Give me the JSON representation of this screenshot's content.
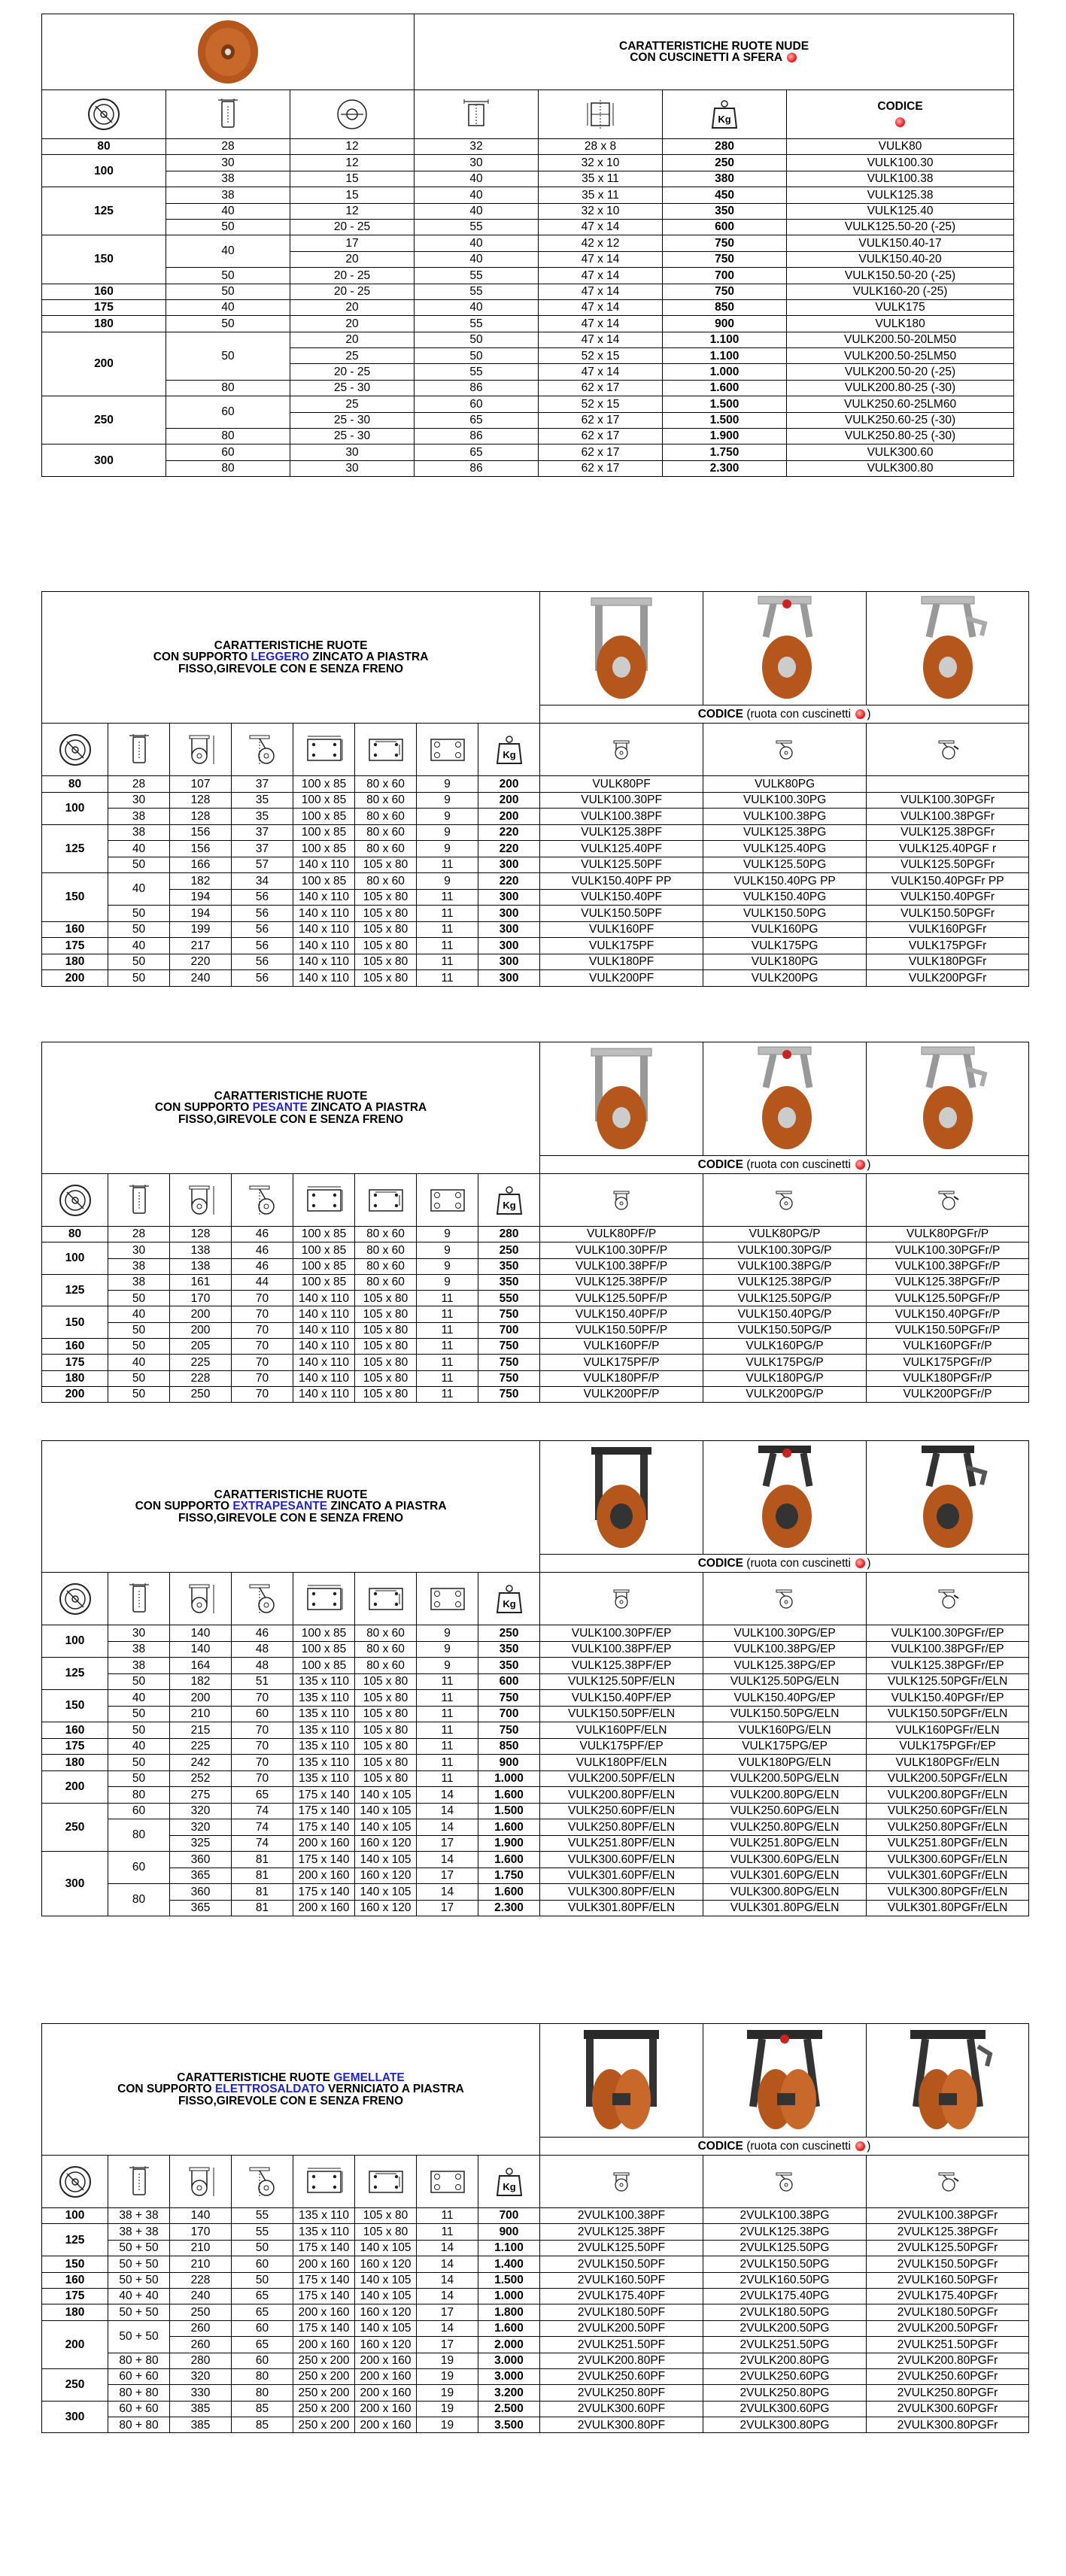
{
  "colors": {
    "blue_text": "#1f23c8",
    "wheel_orange": "#b5561c",
    "bearing_red": "#e22222"
  },
  "kg_label": "Kg",
  "t1": {
    "title_l1": "CARATTERISTICHE RUOTE NUDE",
    "title_l2": "CON CUSCINETTI A SFERA",
    "code_label": "CODICE",
    "rows": [
      [
        "80",
        "28",
        "12",
        "32",
        "28 x 8",
        "280",
        "VULK80"
      ],
      [
        "100",
        "30",
        "12",
        "30",
        "32 x 10",
        "250",
        "VULK100.30"
      ],
      [
        "",
        "38",
        "15",
        "40",
        "35 x 11",
        "380",
        "VULK100.38"
      ],
      [
        "125",
        "38",
        "15",
        "40",
        "35 x 11",
        "450",
        "VULK125.38"
      ],
      [
        "",
        "40",
        "12",
        "40",
        "32 x 10",
        "350",
        "VULK125.40"
      ],
      [
        "",
        "50",
        "20 - 25",
        "55",
        "47 x 14",
        "600",
        "VULK125.50-20 (-25)"
      ],
      [
        "150",
        "40",
        "17",
        "40",
        "42 x 12",
        "750",
        "VULK150.40-17"
      ],
      [
        "",
        "",
        "20",
        "40",
        "47 x 14",
        "750",
        "VULK150.40-20"
      ],
      [
        "",
        "50",
        "20 - 25",
        "55",
        "47 x 14",
        "700",
        "VULK150.50-20 (-25)"
      ],
      [
        "160",
        "50",
        "20 - 25",
        "55",
        "47 x 14",
        "750",
        "VULK160-20 (-25)"
      ],
      [
        "175",
        "40",
        "20",
        "40",
        "47 x 14",
        "850",
        "VULK175"
      ],
      [
        "180",
        "50",
        "20",
        "55",
        "47 x 14",
        "900",
        "VULK180"
      ],
      [
        "200",
        "50",
        "20",
        "50",
        "47 x 14",
        "1.100",
        "VULK200.50-20LM50"
      ],
      [
        "",
        "",
        "25",
        "50",
        "52 x 15",
        "1.100",
        "VULK200.50-25LM50"
      ],
      [
        "",
        "",
        "20 - 25",
        "55",
        "47 x 14",
        "1.000",
        "VULK200.50-20 (-25)"
      ],
      [
        "",
        "80",
        "25 - 30",
        "86",
        "62 x 17",
        "1.600",
        "VULK200.80-25 (-30)"
      ],
      [
        "250",
        "60",
        "25",
        "60",
        "52 x 15",
        "1.500",
        "VULK250.60-25LM60"
      ],
      [
        "",
        "",
        "25 - 30",
        "65",
        "62 x 17",
        "1.500",
        "VULK250.60-25 (-30)"
      ],
      [
        "",
        "80",
        "25 - 30",
        "86",
        "62 x 17",
        "1.900",
        "VULK250.80-25 (-30)"
      ],
      [
        "300",
        "60",
        "30",
        "65",
        "62 x 17",
        "1.750",
        "VULK300.60"
      ],
      [
        "",
        "80",
        "30",
        "86",
        "62 x 17",
        "2.300",
        "VULK300.80"
      ]
    ]
  },
  "t2": {
    "title_l1": "CARATTERISTICHE RUOTE",
    "title_l2a": "CON SUPPORTO",
    "title_blue": "LEGGERO",
    "title_l2b": "ZINCATO A PIASTRA",
    "title_l3": "FISSO,GIREVOLE CON E SENZA FRENO",
    "code_label": "CODICE",
    "code_note": "(ruota con cuscinetti",
    "code_close": ")",
    "rows": [
      [
        "80",
        "28",
        "107",
        "37",
        "100 x 85",
        "80 x 60",
        "9",
        "200",
        "VULK80PF",
        "VULK80PG",
        ""
      ],
      [
        "100",
        "30",
        "128",
        "35",
        "100 x 85",
        "80 x 60",
        "9",
        "200",
        "VULK100.30PF",
        "VULK100.30PG",
        "VULK100.30PGFr"
      ],
      [
        "",
        "38",
        "128",
        "35",
        "100 x 85",
        "80 x 60",
        "9",
        "200",
        "VULK100.38PF",
        "VULK100.38PG",
        "VULK100.38PGFr"
      ],
      [
        "125",
        "38",
        "156",
        "37",
        "100 x 85",
        "80 x 60",
        "9",
        "220",
        "VULK125.38PF",
        "VULK125.38PG",
        "VULK125.38PGFr"
      ],
      [
        "",
        "40",
        "156",
        "37",
        "100 x 85",
        "80 x 60",
        "9",
        "220",
        "VULK125.40PF",
        "VULK125.40PG",
        "VULK125.40PGF r"
      ],
      [
        "",
        "50",
        "166",
        "57",
        "140 x 110",
        "105 x 80",
        "11",
        "300",
        "VULK125.50PF",
        "VULK125.50PG",
        "VULK125.50PGFr"
      ],
      [
        "150",
        "40",
        "182",
        "34",
        "100 x 85",
        "80 x 60",
        "9",
        "220",
        "VULK150.40PF PP",
        "VULK150.40PG PP",
        "VULK150.40PGFr PP"
      ],
      [
        "",
        "",
        "194",
        "56",
        "140 x 110",
        "105 x 80",
        "11",
        "300",
        "VULK150.40PF",
        "VULK150.40PG",
        "VULK150.40PGFr"
      ],
      [
        "",
        "50",
        "194",
        "56",
        "140 x 110",
        "105 x 80",
        "11",
        "300",
        "VULK150.50PF",
        "VULK150.50PG",
        "VULK150.50PGFr"
      ],
      [
        "160",
        "50",
        "199",
        "56",
        "140 x 110",
        "105 x 80",
        "11",
        "300",
        "VULK160PF",
        "VULK160PG",
        "VULK160PGFr"
      ],
      [
        "175",
        "40",
        "217",
        "56",
        "140 x 110",
        "105 x 80",
        "11",
        "300",
        "VULK175PF",
        "VULK175PG",
        "VULK175PGFr"
      ],
      [
        "180",
        "50",
        "220",
        "56",
        "140 x 110",
        "105 x 80",
        "11",
        "300",
        "VULK180PF",
        "VULK180PG",
        "VULK180PGFr"
      ],
      [
        "200",
        "50",
        "240",
        "56",
        "140 x 110",
        "105 x 80",
        "11",
        "300",
        "VULK200PF",
        "VULK200PG",
        "VULK200PGFr"
      ]
    ]
  },
  "t3": {
    "title_l1": "CARATTERISTICHE RUOTE",
    "title_l2a": "CON SUPPORTO",
    "title_blue": "PESANTE",
    "title_l2b": "ZINCATO A PIASTRA",
    "title_l3": "FISSO,GIREVOLE CON E SENZA FRENO",
    "code_label": "CODICE",
    "code_note": "(ruota con cuscinetti",
    "code_close": ")",
    "rows": [
      [
        "80",
        "28",
        "128",
        "46",
        "100 x 85",
        "80 x 60",
        "9",
        "280",
        "VULK80PF/P",
        "VULK80PG/P",
        "VULK80PGFr/P"
      ],
      [
        "100",
        "30",
        "138",
        "46",
        "100 x 85",
        "80 x 60",
        "9",
        "250",
        "VULK100.30PF/P",
        "VULK100.30PG/P",
        "VULK100.30PGFr/P"
      ],
      [
        "",
        "38",
        "138",
        "46",
        "100 x 85",
        "80 x 60",
        "9",
        "350",
        "VULK100.38PF/P",
        "VULK100.38PG/P",
        "VULK100.38PGFr/P"
      ],
      [
        "125",
        "38",
        "161",
        "44",
        "100 x 85",
        "80 x 60",
        "9",
        "350",
        "VULK125.38PF/P",
        "VULK125.38PG/P",
        "VULK125.38PGFr/P"
      ],
      [
        "",
        "50",
        "170",
        "70",
        "140 x 110",
        "105 x 80",
        "11",
        "550",
        "VULK125.50PF/P",
        "VULK125.50PG/P",
        "VULK125.50PGFr/P"
      ],
      [
        "150",
        "40",
        "200",
        "70",
        "140 x 110",
        "105 x 80",
        "11",
        "750",
        "VULK150.40PF/P",
        "VULK150.40PG/P",
        "VULK150.40PGFr/P"
      ],
      [
        "",
        "50",
        "200",
        "70",
        "140 x 110",
        "105 x 80",
        "11",
        "700",
        "VULK150.50PF/P",
        "VULK150.50PG/P",
        "VULK150.50PGFr/P"
      ],
      [
        "160",
        "50",
        "205",
        "70",
        "140 x 110",
        "105 x 80",
        "11",
        "750",
        "VULK160PF/P",
        "VULK160PG/P",
        "VULK160PGFr/P"
      ],
      [
        "175",
        "40",
        "225",
        "70",
        "140 x 110",
        "105 x 80",
        "11",
        "750",
        "VULK175PF/P",
        "VULK175PG/P",
        "VULK175PGFr/P"
      ],
      [
        "180",
        "50",
        "228",
        "70",
        "140 x 110",
        "105 x 80",
        "11",
        "750",
        "VULK180PF/P",
        "VULK180PG/P",
        "VULK180PGFr/P"
      ],
      [
        "200",
        "50",
        "250",
        "70",
        "140 x 110",
        "105 x 80",
        "11",
        "750",
        "VULK200PF/P",
        "VULK200PG/P",
        "VULK200PGFr/P"
      ]
    ]
  },
  "t4": {
    "title_l1": "CARATTERISTICHE RUOTE",
    "title_l2a": "CON SUPPORTO",
    "title_blue": "EXTRAPESANTE",
    "title_l2b": "ZINCATO A PIASTRA",
    "title_l3": "FISSO,GIREVOLE CON E SENZA FRENO",
    "code_label": "CODICE",
    "code_note": "(ruota con cuscinetti",
    "code_close": ")",
    "rows": [
      [
        "100",
        "30",
        "140",
        "46",
        "100 x 85",
        "80 x 60",
        "9",
        "250",
        "VULK100.30PF/EP",
        "VULK100.30PG/EP",
        "VULK100.30PGFr/EP"
      ],
      [
        "",
        "38",
        "140",
        "48",
        "100 x 85",
        "80 x 60",
        "9",
        "350",
        "VULK100.38PF/EP",
        "VULK100.38PG/EP",
        "VULK100.38PGFr/EP"
      ],
      [
        "125",
        "38",
        "164",
        "48",
        "100 x 85",
        "80 x 60",
        "9",
        "350",
        "VULK125.38PF/EP",
        "VULK125.38PG/EP",
        "VULK125.38PGFr/EP"
      ],
      [
        "",
        "50",
        "182",
        "51",
        "135 x 110",
        "105 x 80",
        "11",
        "600",
        "VULK125.50PF/ELN",
        "VULK125.50PG/ELN",
        "VULK125.50PGFr/ELN"
      ],
      [
        "150",
        "40",
        "200",
        "70",
        "135 x 110",
        "105 x 80",
        "11",
        "750",
        "VULK150.40PF/EP",
        "VULK150.40PG/EP",
        "VULK150.40PGFr/EP"
      ],
      [
        "",
        "50",
        "210",
        "60",
        "135 x 110",
        "105 x 80",
        "11",
        "700",
        "VULK150.50PF/ELN",
        "VULK150.50PG/ELN",
        "VULK150.50PGFr/ELN"
      ],
      [
        "160",
        "50",
        "215",
        "70",
        "135 x 110",
        "105 x 80",
        "11",
        "750",
        "VULK160PF/ELN",
        "VULK160PG/ELN",
        "VULK160PGFr/ELN"
      ],
      [
        "175",
        "40",
        "225",
        "70",
        "135 x 110",
        "105 x 80",
        "11",
        "850",
        "VULK175PF/EP",
        "VULK175PG/EP",
        "VULK175PGFr/EP"
      ],
      [
        "180",
        "50",
        "242",
        "70",
        "135 x 110",
        "105 x 80",
        "11",
        "900",
        "VULK180PF/ELN",
        "VULK180PG/ELN",
        "VULK180PGFr/ELN"
      ],
      [
        "200",
        "50",
        "252",
        "70",
        "135 x 110",
        "105 x 80",
        "11",
        "1.000",
        "VULK200.50PF/ELN",
        "VULK200.50PG/ELN",
        "VULK200.50PGFr/ELN"
      ],
      [
        "",
        "80",
        "275",
        "65",
        "175 x 140",
        "140 x 105",
        "14",
        "1.600",
        "VULK200.80PF/ELN",
        "VULK200.80PG/ELN",
        "VULK200.80PGFr/ELN"
      ],
      [
        "250",
        "60",
        "320",
        "74",
        "175 x 140",
        "140 x 105",
        "14",
        "1.500",
        "VULK250.60PF/ELN",
        "VULK250.60PG/ELN",
        "VULK250.60PGFr/ELN"
      ],
      [
        "",
        "80",
        "320",
        "74",
        "175 x 140",
        "140 x 105",
        "14",
        "1.600",
        "VULK250.80PF/ELN",
        "VULK250.80PG/ELN",
        "VULK250.80PGFr/ELN"
      ],
      [
        "",
        "",
        "325",
        "74",
        "200 x 160",
        "160 x 120",
        "17",
        "1.900",
        "VULK251.80PF/ELN",
        "VULK251.80PG/ELN",
        "VULK251.80PGFr/ELN"
      ],
      [
        "300",
        "60",
        "360",
        "81",
        "175 x 140",
        "140 x 105",
        "14",
        "1.600",
        "VULK300.60PF/ELN",
        "VULK300.60PG/ELN",
        "VULK300.60PGFr/ELN"
      ],
      [
        "",
        "",
        "365",
        "81",
        "200 x 160",
        "160 x 120",
        "17",
        "1.750",
        "VULK301.60PF/ELN",
        "VULK301.60PG/ELN",
        "VULK301.60PGFr/ELN"
      ],
      [
        "",
        "80",
        "360",
        "81",
        "175 x 140",
        "140 x 105",
        "14",
        "1.600",
        "VULK300.80PF/ELN",
        "VULK300.80PG/ELN",
        "VULK300.80PGFr/ELN"
      ],
      [
        "",
        "",
        "365",
        "81",
        "200 x 160",
        "160 x 120",
        "17",
        "2.300",
        "VULK301.80PF/ELN",
        "VULK301.80PG/ELN",
        "VULK301.80PGFr/ELN"
      ]
    ]
  },
  "t5": {
    "title_l1a": "CARATTERISTICHE RUOTE",
    "title_blue1": "GEMELLATE",
    "title_l2a": "CON SUPPORTO",
    "title_blue2": "ELETTROSALDATO",
    "title_l2b": "VERNICIATO  A PIASTRA",
    "title_l3": "FISSO,GIREVOLE CON E SENZA FRENO",
    "code_label": "CODICE",
    "code_note": "(ruota con cuscinetti",
    "code_close": ")",
    "rows": [
      [
        "100",
        "38 + 38",
        "140",
        "55",
        "135 x 110",
        "105 x 80",
        "11",
        "700",
        "2VULK100.38PF",
        "2VULK100.38PG",
        "2VULK100.38PGFr"
      ],
      [
        "125",
        "38 + 38",
        "170",
        "55",
        "135 x 110",
        "105 x 80",
        "11",
        "900",
        "2VULK125.38PF",
        "2VULK125.38PG",
        "2VULK125.38PGFr"
      ],
      [
        "",
        "50 + 50",
        "210",
        "50",
        "175 x 140",
        "140 x 105",
        "14",
        "1.100",
        "2VULK125.50PF",
        "2VULK125.50PG",
        "2VULK125.50PGFr"
      ],
      [
        "150",
        "50 + 50",
        "210",
        "60",
        "200 x 160",
        "160 x 120",
        "14",
        "1.400",
        "2VULK150.50PF",
        "2VULK150.50PG",
        "2VULK150.50PGFr"
      ],
      [
        "160",
        "50 + 50",
        "228",
        "50",
        "175 x 140",
        "140 x 105",
        "14",
        "1.500",
        "2VULK160.50PF",
        "2VULK160.50PG",
        "2VULK160.50PGFr"
      ],
      [
        "175",
        "40 + 40",
        "240",
        "65",
        "175 x 140",
        "140 x 105",
        "14",
        "1.000",
        "2VULK175.40PF",
        "2VULK175.40PG",
        "2VULK175.40PGFr"
      ],
      [
        "180",
        "50 + 50",
        "250",
        "65",
        "200 x 160",
        "160 x 120",
        "17",
        "1.800",
        "2VULK180.50PF",
        "2VULK180.50PG",
        "2VULK180.50PGFr"
      ],
      [
        "200",
        "50 + 50",
        "260",
        "60",
        "175 x 140",
        "140 x 105",
        "14",
        "1.600",
        "2VULK200.50PF",
        "2VULK200.50PG",
        "2VULK200.50PGFr"
      ],
      [
        "",
        "",
        "260",
        "65",
        "200 x 160",
        "160 x 120",
        "17",
        "2.000",
        "2VULK251.50PF",
        "2VULK251.50PG",
        "2VULK251.50PGFr"
      ],
      [
        "",
        "80 + 80",
        "280",
        "60",
        "250 x 200",
        "200 x 160",
        "19",
        "3.000",
        "2VULK200.80PF",
        "2VULK200.80PG",
        "2VULK200.80PGFr"
      ],
      [
        "250",
        "60 + 60",
        "320",
        "80",
        "250 x 200",
        "200 x 160",
        "19",
        "3.000",
        "2VULK250.60PF",
        "2VULK250.60PG",
        "2VULK250.60PGFr"
      ],
      [
        "",
        "80 + 80",
        "330",
        "80",
        "250 x 200",
        "200 x 160",
        "19",
        "3.200",
        "2VULK250.80PF",
        "2VULK250.80PG",
        "2VULK250.80PGFr"
      ],
      [
        "300",
        "60 + 60",
        "385",
        "85",
        "250 x 200",
        "200 x 160",
        "19",
        "2.500",
        "2VULK300.60PF",
        "2VULK300.60PG",
        "2VULK300.60PGFr"
      ],
      [
        "",
        "80 + 80",
        "385",
        "85",
        "250 x 200",
        "200 x 160",
        "19",
        "3.500",
        "2VULK300.80PF",
        "2VULK300.80PG",
        "2VULK300.80PGFr"
      ]
    ]
  }
}
